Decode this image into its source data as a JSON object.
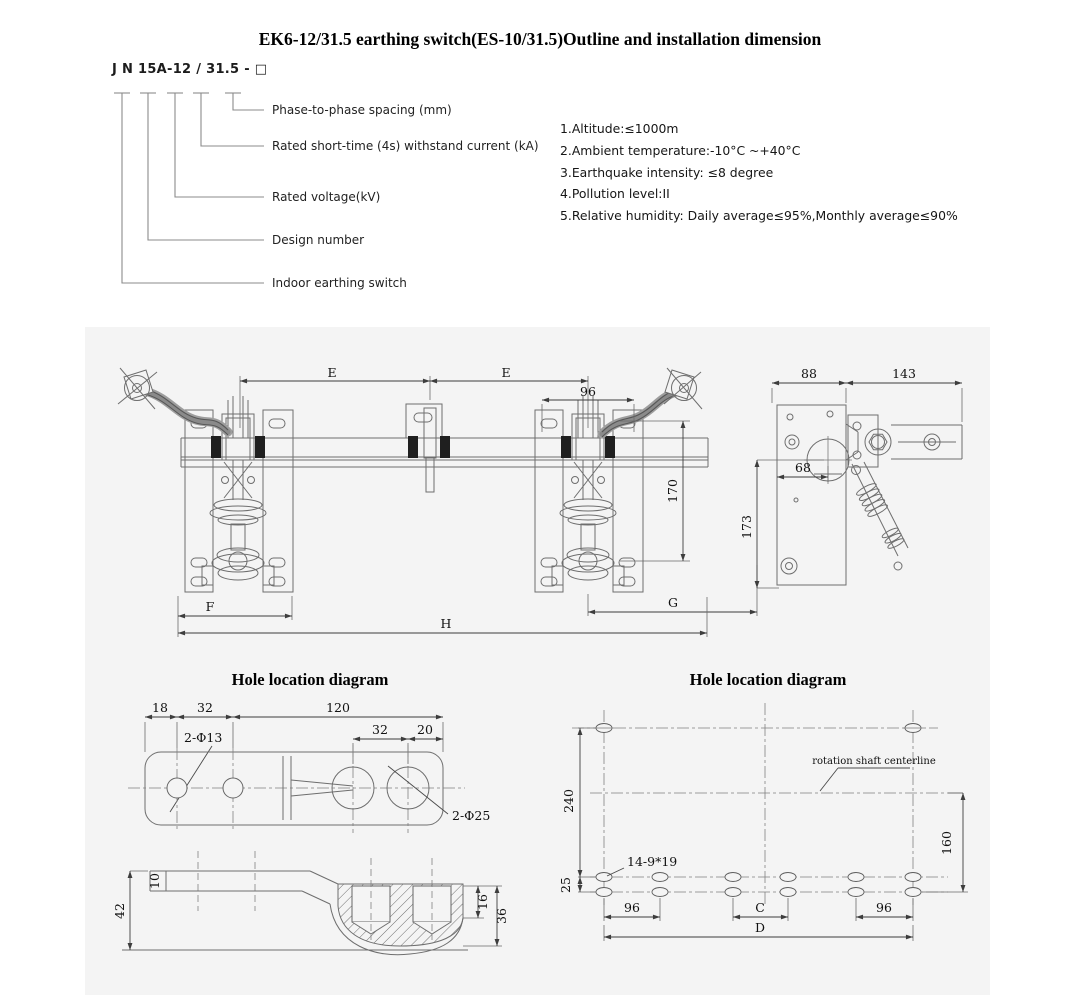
{
  "page": {
    "title": "EK6-12/31.5 earthing switch(ES-10/31.5)Outline and installation dimension"
  },
  "model": {
    "code": "J N 15A-12 / 31.5 - □",
    "labels": [
      "Phase-to-phase spacing (mm)",
      "Rated short-time (4s) withstand current (kA)",
      "Rated voltage(kV)",
      "Design number",
      "Indoor earthing switch"
    ]
  },
  "conditions": [
    "1.Altitude:≤1000m",
    "2.Ambient temperature:-10°C ~+40°C",
    "3.Earthquake intensity: ≤8 degree",
    "4.Pollution level:II",
    "5.Relative humidity: Daily average≤95%,Monthly average≤90%"
  ],
  "front": {
    "e1": "E",
    "e2": "E",
    "n96": "96",
    "n170": "170",
    "f": "F",
    "g": "G",
    "h": "H"
  },
  "side": {
    "n88": "88",
    "n143": "143",
    "n68": "68",
    "n173": "173"
  },
  "holeLeft": {
    "title": "Hole location diagram",
    "n18": "18",
    "n32a": "32",
    "n120": "120",
    "n32b": "32",
    "n20": "20",
    "phi13": "2-Φ13",
    "phi25": "2-Φ25",
    "n42": "42",
    "n10": "10",
    "n16": "16",
    "n36": "36"
  },
  "holeRight": {
    "title": "Hole location diagram",
    "centerline": "rotation shaft centerline",
    "n240": "240",
    "n25": "25",
    "slots": "14-9*19",
    "n96a": "96",
    "c": "C",
    "n96b": "96",
    "d": "D",
    "n160": "160"
  }
}
